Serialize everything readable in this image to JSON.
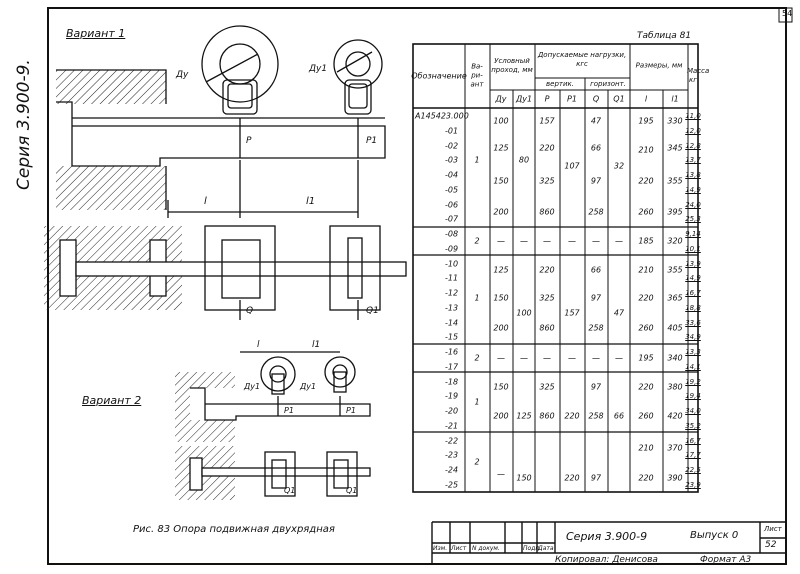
{
  "sheet": {
    "page_corner": "54",
    "seria_vertical": "Серия 3.900-9.",
    "variant1": "Вариант 1",
    "variant2": "Вариант 2",
    "caption": "Рис. 83  Опора подвижная двухрядная",
    "table_title": "Таблица 81"
  },
  "drawing_labels": {
    "dy": "Ду",
    "dy1": "Ду1",
    "p": "P",
    "p1": "P1",
    "q": "Q",
    "q1": "Q1",
    "l": "l",
    "l1": "l1"
  },
  "table": {
    "headers": {
      "designation": "Обозначение",
      "variant": "Ва-ри-ант",
      "cond_pass": "Условный проход, мм",
      "dy": "Ду",
      "dy1": "Ду1",
      "loads": "Допускаемые нагрузки, кгс",
      "vert": "вертик.",
      "horiz": "горизонт.",
      "p": "P",
      "p1": "P1",
      "q": "Q",
      "q1": "Q1",
      "sizes": "Размеры, мм",
      "l": "l",
      "l1": "l1",
      "mass": "Масса кг"
    },
    "designations": [
      "А145423.000",
      "-01",
      "-02",
      "-03",
      "-04",
      "-05",
      "-06",
      "-07",
      "-08",
      "-09",
      "-10",
      "-11",
      "-12",
      "-13",
      "-14",
      "-15",
      "-16",
      "-17",
      "-18",
      "-19",
      "-20",
      "-21",
      "-22",
      "-23",
      "-24",
      "-25"
    ],
    "masses": [
      "11,0",
      "12,0",
      "12,8",
      "13,7",
      "13,8",
      "14,9",
      "24,0",
      "25,3",
      "9,14",
      "10,1",
      "13,9",
      "14,9",
      "16,7",
      "18,8",
      "33,6",
      "34,9",
      "13,3",
      "14,1",
      "19,2",
      "19,4",
      "34,0",
      "35,2",
      "16,7",
      "17,7",
      "22,5",
      "23,9"
    ],
    "variants": [
      "1",
      "2",
      "1",
      "2",
      "1",
      "2"
    ],
    "dy_values": [
      "100",
      "125",
      "150",
      "200",
      "125",
      "150",
      "200",
      "150",
      "200"
    ],
    "dy1_values": [
      "80",
      "100",
      "125",
      "150"
    ],
    "p_values": [
      "157",
      "220",
      "325",
      "860",
      "220",
      "325",
      "860",
      "325",
      "860"
    ],
    "p1_values": [
      "107",
      "157",
      "220",
      "220"
    ],
    "q_values": [
      "47",
      "66",
      "97",
      "258",
      "66",
      "97",
      "258",
      "97",
      "258",
      "97"
    ],
    "q1_values": [
      "32",
      "47",
      "66"
    ],
    "l_values": [
      "195",
      "210",
      "220",
      "260",
      "185",
      "210",
      "220",
      "260",
      "195",
      "220",
      "260",
      "210",
      "220"
    ],
    "l1_values": [
      "330",
      "345",
      "355",
      "395",
      "320",
      "355",
      "365",
      "405",
      "340",
      "380",
      "420",
      "370",
      "390"
    ],
    "dash": "—"
  },
  "title_block": {
    "izm": "Изм.",
    "list": "Лист",
    "ndoc": "N докум.",
    "podp": "Подп.",
    "data": "Дата",
    "seria": "Серия 3.900-9",
    "vypusk": "Выпуск 0",
    "list_label": "Лист",
    "list_num": "52",
    "copied": "Копировал: Денисова",
    "format": "Формат А3"
  }
}
